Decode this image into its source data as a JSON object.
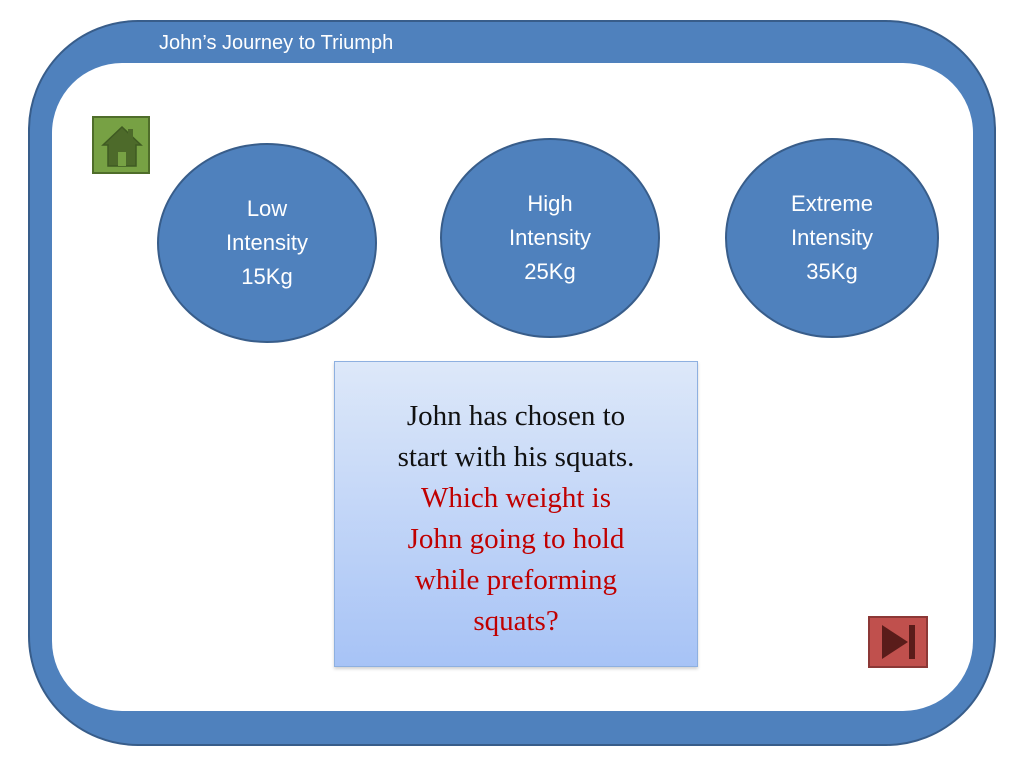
{
  "slide": {
    "title": "John’s Journey to Triumph"
  },
  "options": [
    {
      "line1": "Low",
      "line2": "Intensity",
      "line3": "15Kg"
    },
    {
      "line1": "High",
      "line2": "Intensity",
      "line3": "25Kg"
    },
    {
      "line1": "Extreme",
      "line2": "Intensity",
      "line3": "35Kg"
    }
  ],
  "question": {
    "intro_line1": "John has chosen to",
    "intro_line2": "start with his squats.",
    "prompt_line1": "Which weight is",
    "prompt_line2": "John going to hold",
    "prompt_line3": "while preforming",
    "prompt_line4": "squats?"
  },
  "buttons": {
    "home_icon": "home-icon",
    "next_icon": "next-track-icon"
  },
  "colors": {
    "frame_blue": "#4f81bd",
    "question_red": "#c00000",
    "home_green": "#77a144",
    "next_red": "#c0504d"
  }
}
